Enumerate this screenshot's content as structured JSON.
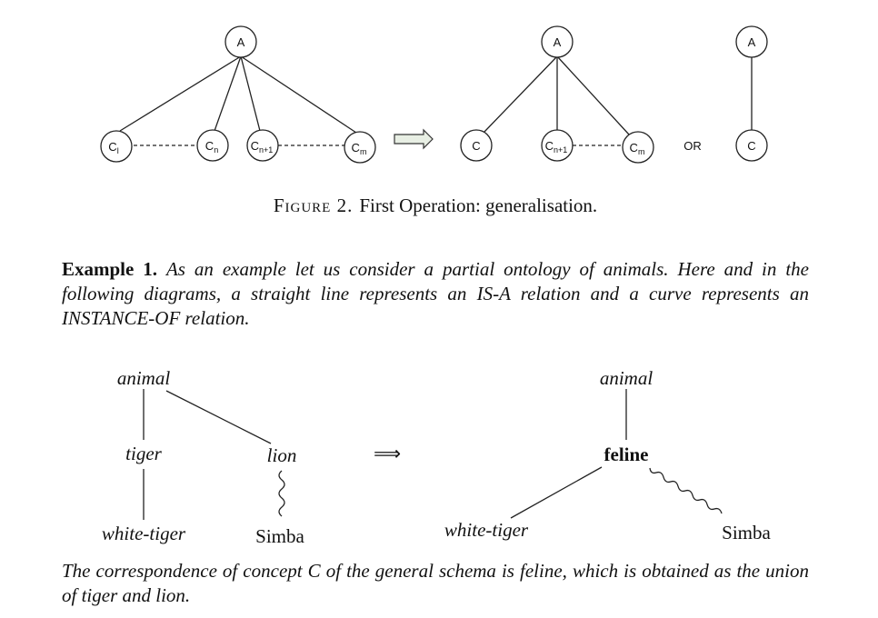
{
  "figure2": {
    "left_nodes": {
      "top": "A",
      "c1_main": "C",
      "c1_sub": "l",
      "cn_main": "C",
      "cn_sub": "n",
      "cn1_main": "C",
      "cn1_sub": "n+1",
      "cm_main": "C",
      "cm_sub": "m"
    },
    "right_nodes": {
      "top": "A",
      "c": "C",
      "cn1_main": "C",
      "cn1_sub": "n+1",
      "cm_main": "C",
      "cm_sub": "m"
    },
    "alt_nodes": {
      "top": "A",
      "bottom": "C"
    },
    "or_label": "OR",
    "caption_label": "Figure 2.",
    "caption_text": "First Operation: generalisation."
  },
  "example": {
    "lead": "Example 1.",
    "body": "As an example let us consider a partial ontology of animals. Here and in the following diagrams, a straight line represents an IS-A relation and a curve represents an INSTANCE-OF relation."
  },
  "ontology_left": {
    "animal": "animal",
    "tiger": "tiger",
    "lion": "lion",
    "white_tiger": "white-tiger",
    "simba": "Simba"
  },
  "arrow": "⟹",
  "ontology_right": {
    "animal": "animal",
    "feline": "feline",
    "white_tiger": "white-tiger",
    "simba": "Simba"
  },
  "closing": "The correspondence of concept C of the general schema is feline, which is obtained as the union of tiger and lion."
}
